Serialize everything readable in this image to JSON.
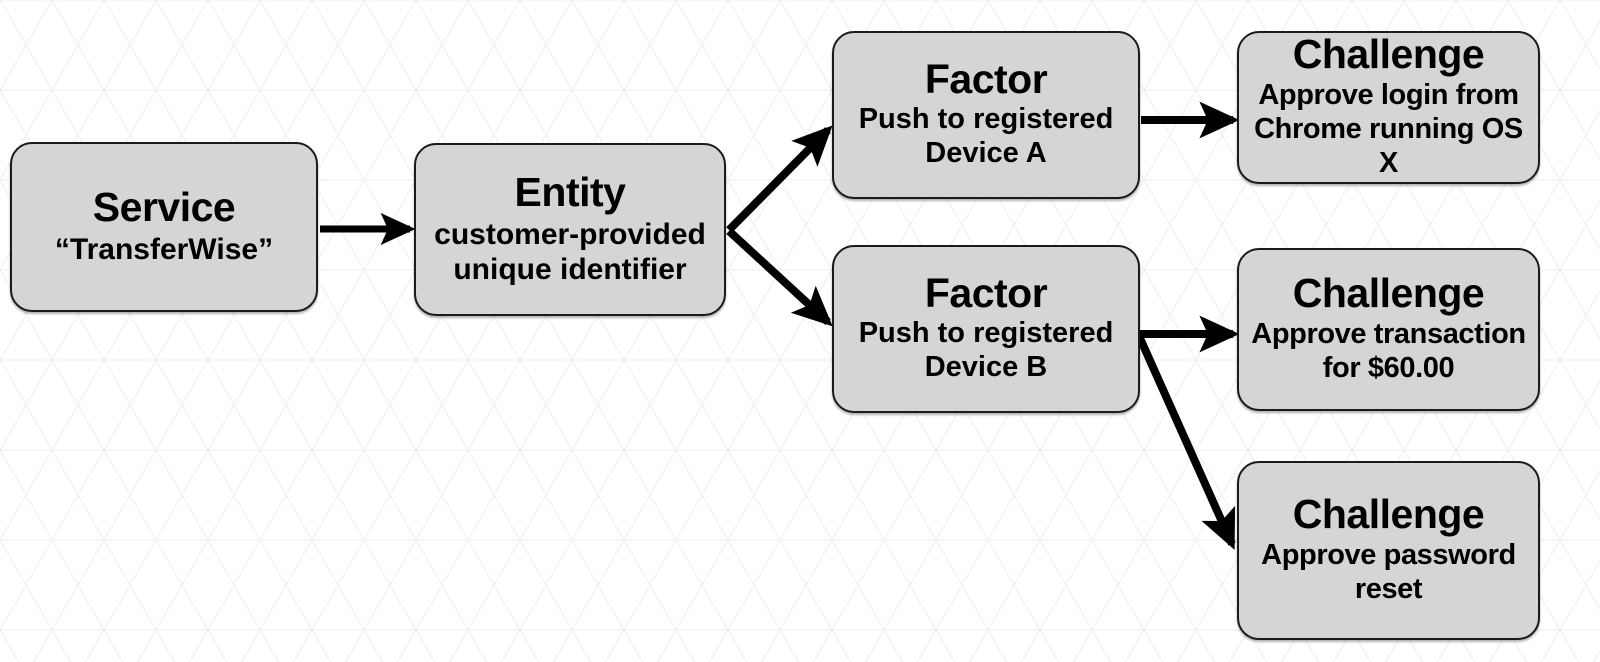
{
  "diagram": {
    "title": "Service / Entity / Factor / Challenge relationship diagram",
    "background_color": "#ffffff",
    "node_fill": "#d5d5d5",
    "node_border": "#1b1b1b",
    "arrow_color": "#000000",
    "grid_line_color": "#f0f0f0"
  },
  "nodes": {
    "service": {
      "title": "Service",
      "subtitle": "“TransferWise”"
    },
    "entity": {
      "title": "Entity",
      "subtitle_line1": "customer-provided",
      "subtitle_line2": "unique identifier"
    },
    "factor_a": {
      "title": "Factor",
      "subtitle_line1": "Push to registered",
      "subtitle_line2": "Device A"
    },
    "factor_b": {
      "title": "Factor",
      "subtitle_line1": "Push to registered",
      "subtitle_line2": "Device B"
    },
    "challenge_login": {
      "title": "Challenge",
      "subtitle_line1": "Approve login from",
      "subtitle_line2": "Chrome running OS X"
    },
    "challenge_transaction": {
      "title": "Challenge",
      "subtitle_line1": "Approve transaction",
      "subtitle_line2": "for $60.00"
    },
    "challenge_password": {
      "title": "Challenge",
      "subtitle_line1": "Approve password",
      "subtitle_line2": "reset"
    }
  },
  "edges": [
    {
      "name": "service-to-entity",
      "from": "service",
      "to": "entity"
    },
    {
      "name": "entity-to-factor-a",
      "from": "entity",
      "to": "factor_a"
    },
    {
      "name": "entity-to-factor-b",
      "from": "entity",
      "to": "factor_b"
    },
    {
      "name": "factor-a-to-challenge-login",
      "from": "factor_a",
      "to": "challenge_login"
    },
    {
      "name": "factor-b-to-challenge-transaction",
      "from": "factor_b",
      "to": "challenge_transaction"
    },
    {
      "name": "factor-b-to-challenge-password",
      "from": "factor_b",
      "to": "challenge_password"
    }
  ]
}
